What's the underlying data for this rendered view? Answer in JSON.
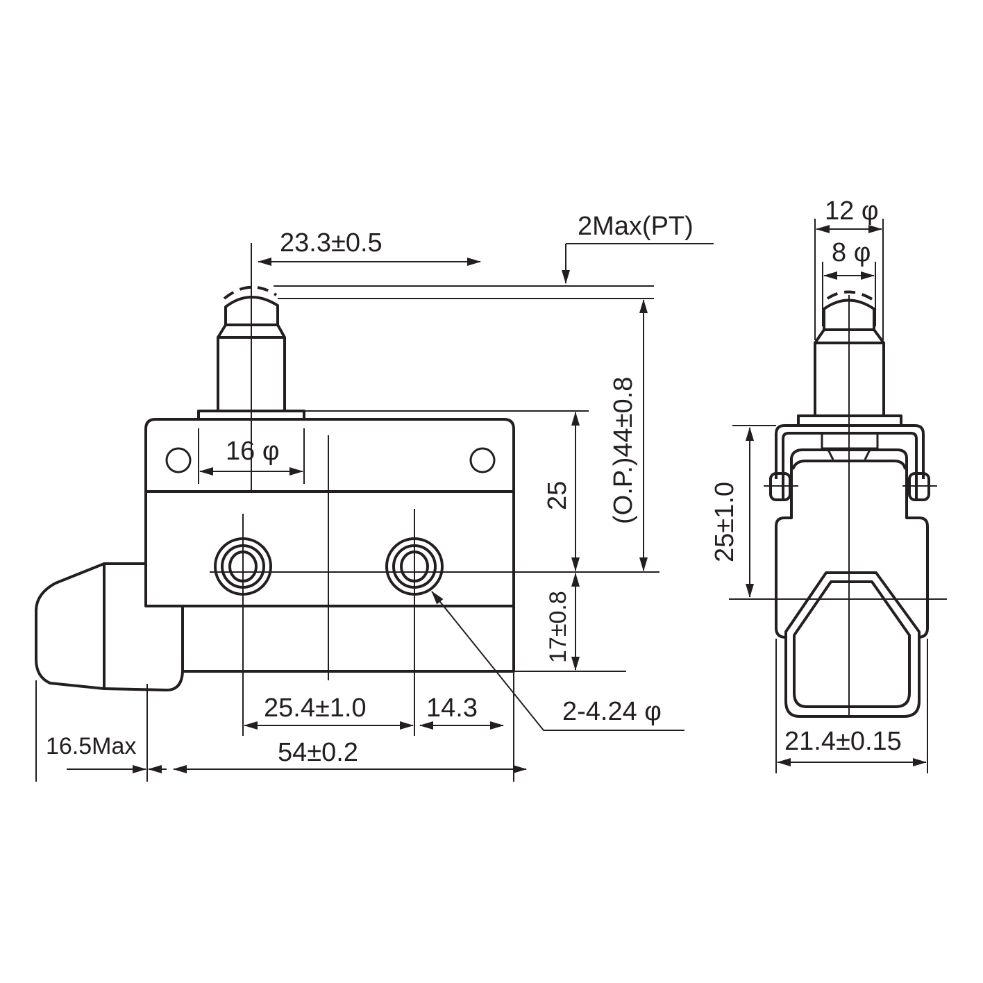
{
  "drawing": {
    "subject": "Enclosed limit switch with plunger actuator",
    "line_color": "#231f20",
    "background": "#ffffff"
  },
  "front_view": {
    "dim_plunger_offset": "23.3±0.5",
    "dim_pretravel": "2Max(PT)",
    "dim_plunger_base_dia": "16 φ",
    "dim_height_25": "25",
    "dim_operating_position": "(O.P.)44±0.8",
    "dim_17": "17±0.8",
    "dim_hole_spacing": "25.4±1.0",
    "dim_14_3": "14.3",
    "dim_mounting_holes": "2-4.24 φ",
    "dim_conduit": "16.5Max",
    "dim_body_length": "54±0.2"
  },
  "side_view": {
    "dim_12": "12 φ",
    "dim_8": "8 φ",
    "dim_25_tol": "25±1.0",
    "dim_width": "21.4±0.15"
  }
}
